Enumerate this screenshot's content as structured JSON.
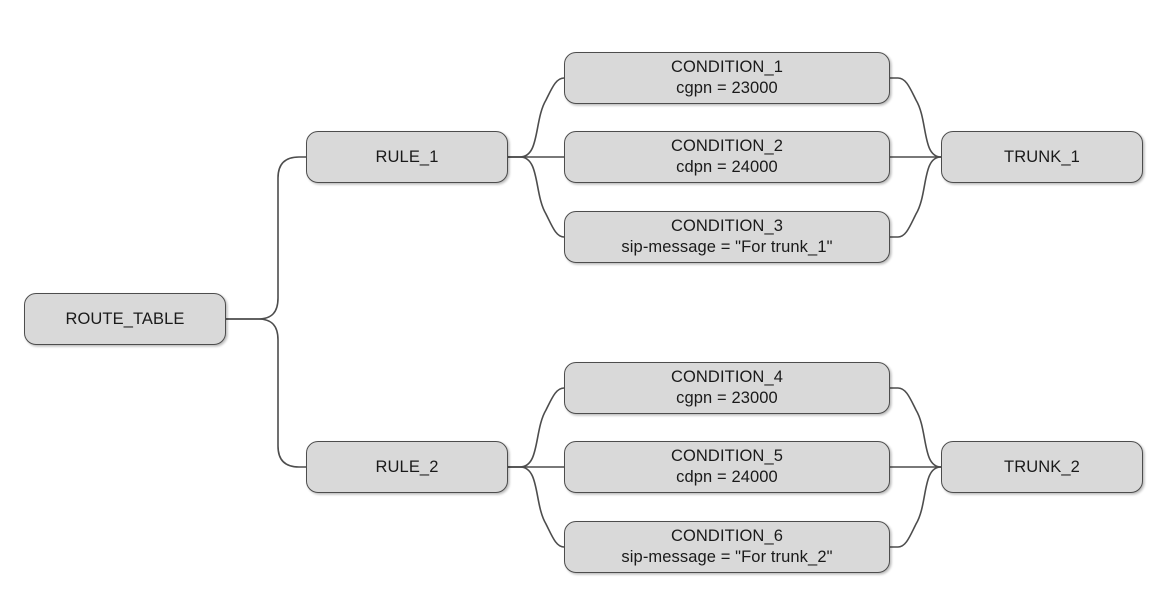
{
  "diagram": {
    "type": "tree-flow",
    "title": "Route table rule/condition/trunk tree",
    "colors": {
      "node_fill": "#d9d9d9",
      "node_stroke": "#4d4d4d",
      "text": "#1a1a1a",
      "edge": "#4d4d4d",
      "background": "#ffffff"
    },
    "nodes": {
      "route_table": {
        "label": "ROUTE_TABLE"
      },
      "rule_1": {
        "label": "RULE_1"
      },
      "rule_2": {
        "label": "RULE_2"
      },
      "trunk_1": {
        "label": "TRUNK_1"
      },
      "trunk_2": {
        "label": "TRUNK_2"
      },
      "condition_1": {
        "label": "CONDITION_1",
        "expression": "cgpn = 23000"
      },
      "condition_2": {
        "label": "CONDITION_2",
        "expression": "cdpn = 24000"
      },
      "condition_3": {
        "label": "CONDITION_3",
        "expression": "sip-message = \"For trunk_1\""
      },
      "condition_4": {
        "label": "CONDITION_4",
        "expression": "cgpn = 23000"
      },
      "condition_5": {
        "label": "CONDITION_5",
        "expression": "cdpn = 24000"
      },
      "condition_6": {
        "label": "CONDITION_6",
        "expression": "sip-message = \"For trunk_2\""
      }
    }
  }
}
